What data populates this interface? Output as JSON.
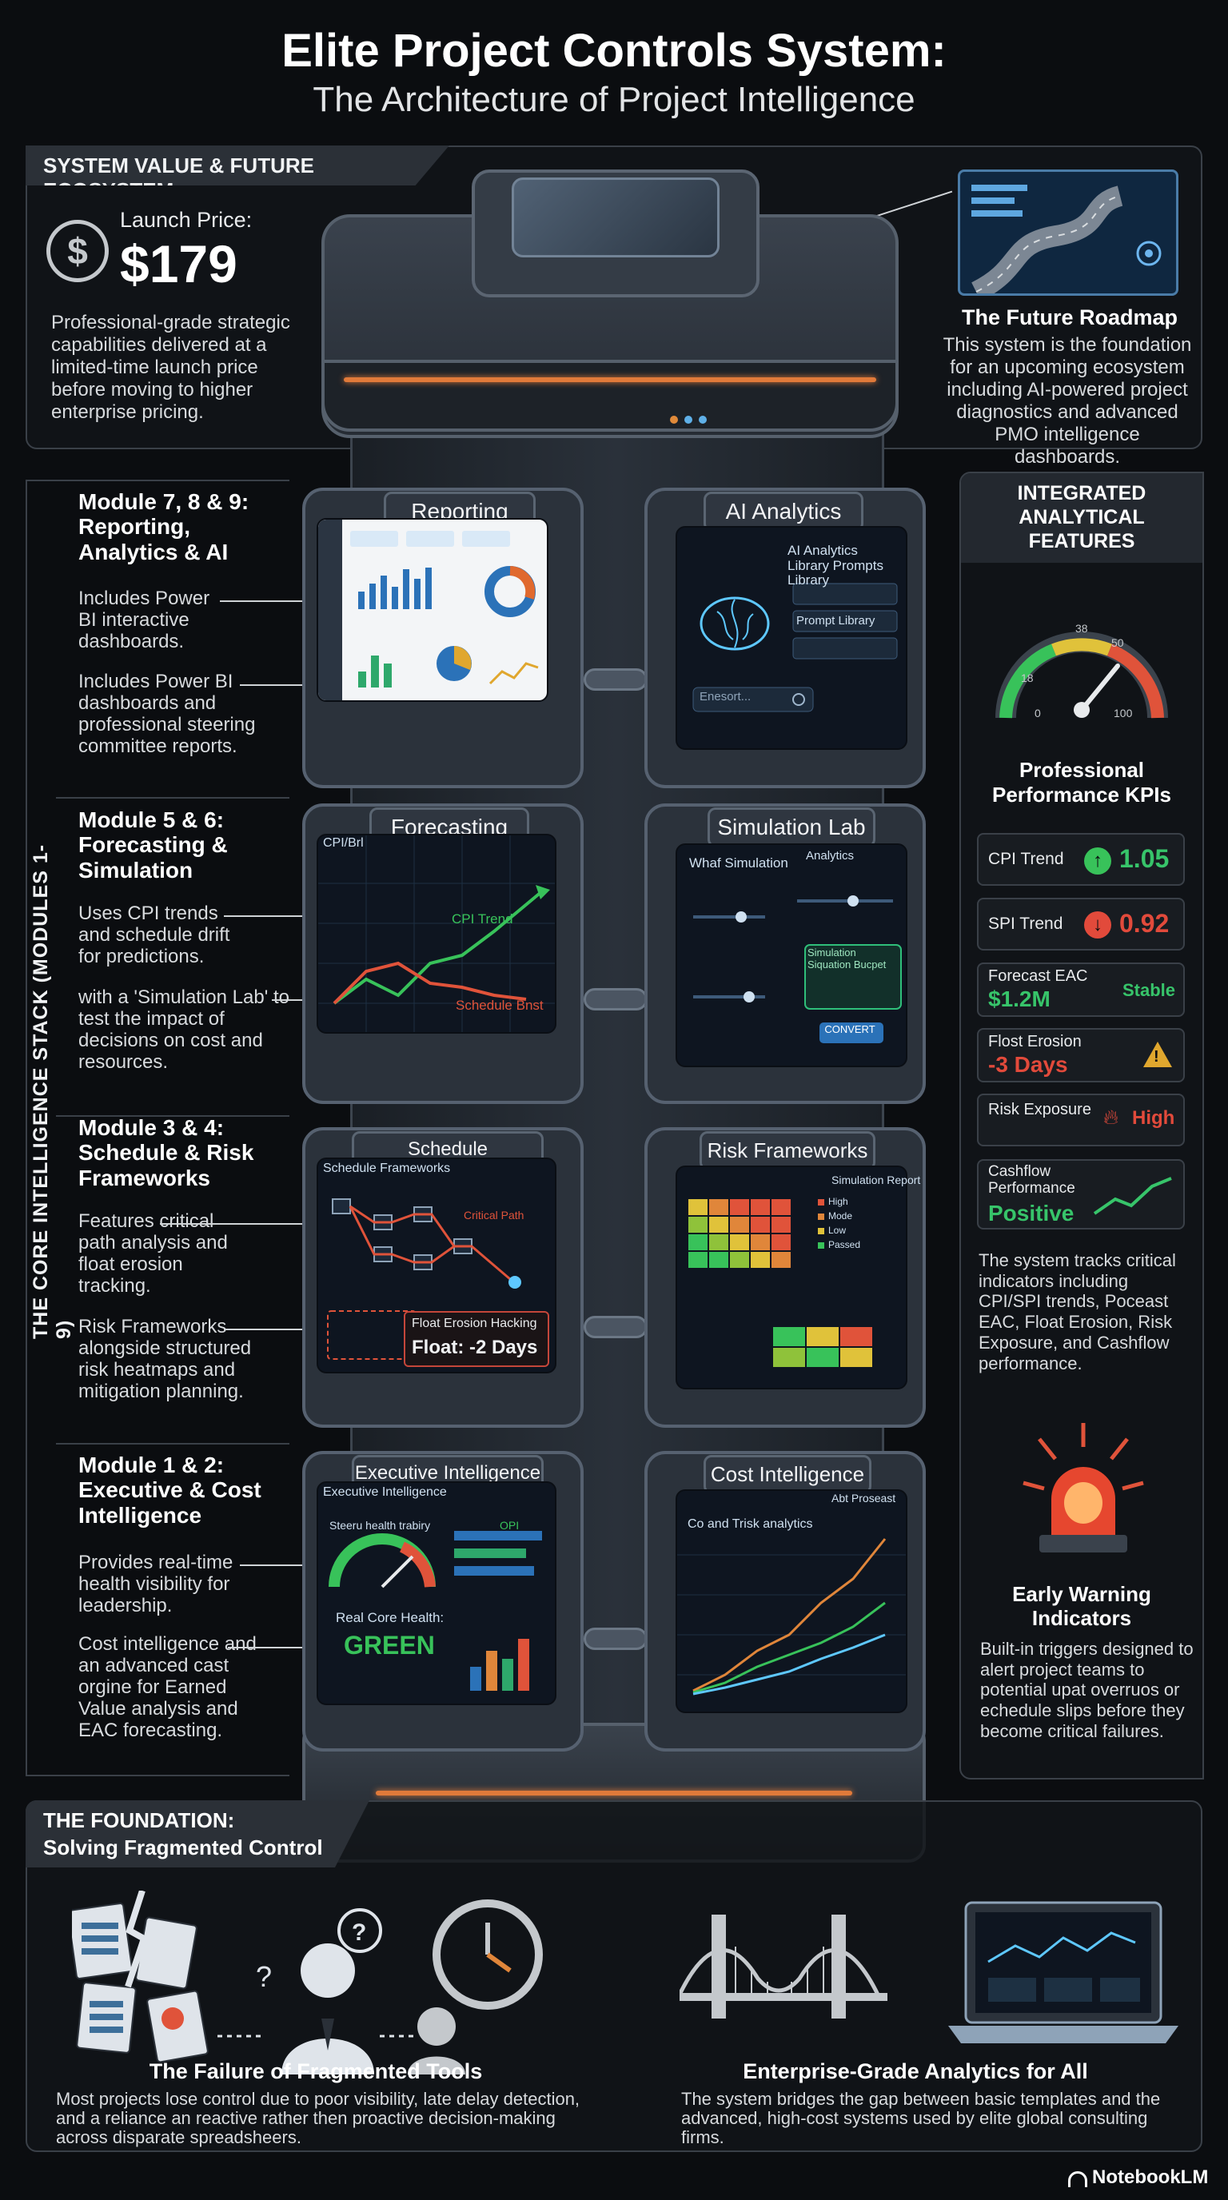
{
  "header": {
    "title": "Elite Project Controls System:",
    "subtitle": "The Architecture of Project Intelligence"
  },
  "value_section": {
    "tag": "SYSTEM VALUE & FUTURE ECOSYSTEM",
    "price_label": "Launch Price:",
    "price": "$179",
    "price_desc": "Professional-grade strategic capabilities delivered at a limited-time launch price before moving to higher enterprise pricing.",
    "roadmap_title": "The Future Roadmap",
    "roadmap_desc": "This system is the foundation for an upcoming ecosystem including AI-powered project diagnostics and advanced PMO intelligence dashboards."
  },
  "core_stack": {
    "vertical_label": "THE CORE INTELLIGENCE STACK (MODULES 1-9)",
    "modules": [
      {
        "title": "Module 7, 8 & 9: Reporting, Analytics & AI",
        "points": [
          "Includes Power BI interactive dashboards.",
          "Includes Power BI dashboards and professional steering committee reports."
        ]
      },
      {
        "title": "Module 5 & 6: Forecasting & Simulation",
        "points": [
          "Uses CPI trends and schedule drift for predictions.",
          "with a 'Simulation Lab' to test the impact of decisions on cost and resources."
        ]
      },
      {
        "title": "Module 3 & 4: Schedule & Risk Frameworks",
        "points": [
          "Features critical path analysis and float erosion tracking.",
          "Risk Frameworks alongside structured risk heatmaps and mitigation planning."
        ]
      },
      {
        "title": "Module 1 & 2: Executive & Cost Intelligence",
        "points": [
          "Provides real-time health visibility for leadership.",
          "Cost intelligence and an advanced cast orgine for Earned Value analysis and EAC forecasting."
        ]
      }
    ]
  },
  "tower": {
    "labels": {
      "reporting": "Reporting",
      "ai_analytics": "AI Analytics",
      "forecasting": "Forecasting",
      "simulation_lab": "Simulation Lab",
      "schedule_frameworks": "Schedule Frameworks",
      "risk_frameworks": "Risk Frameworks",
      "executive_intelligence": "Executive Intelligence",
      "cost_intelligence": "Cost Intelligence"
    },
    "screens": {
      "ai_library": "AI Analytics Library Prompts Library",
      "ai_row": "Prompt Library",
      "ai_search": "Enesort...",
      "forecast_head": "CPI/Brl",
      "cpi_trend": "CPI Trend",
      "schedule_drift": "Schedule Bnst",
      "sim_head": "Whaf Simulation",
      "sim_analytics": "Analytics",
      "sim_result": "Simulation Siquation Bucpet",
      "sim_run": "CONVERT",
      "sched_head": "Schedule Frameworks",
      "sched_path": "Critical Path",
      "float_label": "Float Erosion Hacking",
      "float_value": "Float: -2 Days",
      "risk_report": "Simulation Report",
      "risk_legend": [
        "High",
        "Mode",
        "Low",
        "Passed"
      ],
      "exec_head": "Executive Intelligence",
      "exec_health": "Real Core Health:",
      "exec_status": "GREEN",
      "exec_sub": "Steeru health trabiry",
      "exec_badge": "OPI",
      "cost_head": "Co and Trisk analytics",
      "cost_legend": "Abt Proseast"
    },
    "gauge_ticks": [
      "38",
      "18",
      "0",
      "100",
      "50"
    ]
  },
  "kpi_panel": {
    "title": "INTEGRATED ANALYTICAL FEATURES",
    "kpi_heading": "Professional Performance KPIs",
    "cards": [
      {
        "label": "CPI Trend",
        "value": "1.05",
        "color": "#37c46a"
      },
      {
        "label": "SPI Trend",
        "value": "0.92",
        "color": "#e24a3b"
      },
      {
        "label": "Forecast EAC",
        "value": "$1.2M",
        "status": "Stable",
        "color": "#37c46a"
      },
      {
        "label": "Flost Erosion",
        "value": "-3 Days",
        "color": "#e24a3b"
      },
      {
        "label": "Risk Exposure",
        "status": "High",
        "color": "#e24a3b"
      },
      {
        "label": "Cashflow Performance",
        "value": "Positive",
        "color": "#37c46a"
      }
    ],
    "desc": "The system tracks critical indicators including CPI/SPI trends, Poceast EAC, Float Erosion, Risk Exposure, and Cashflow performance.",
    "warning_title": "Early Warning Indicators",
    "warning_desc": "Built-in triggers designed to alert project teams to potential upat overruos or echedule slips before they become critical failures."
  },
  "foundation": {
    "tag_title": "THE FOUNDATION:",
    "tag_subtitle": "Solving Fragmented Control",
    "left_title": "The Failure of Fragmented Tools",
    "left_desc": "Most projects lose control due to poor visibility, late delay detection, and a reliance an reactive rather then proactive decision-making across disparate spreadsheers.",
    "right_title": "Enterprise-Grade Analytics for All",
    "right_desc": "The system bridges the gap between basic templates and the advanced, high-cost systems used by elite global consulting firms."
  },
  "footer": {
    "brand": "NotebookLM"
  }
}
